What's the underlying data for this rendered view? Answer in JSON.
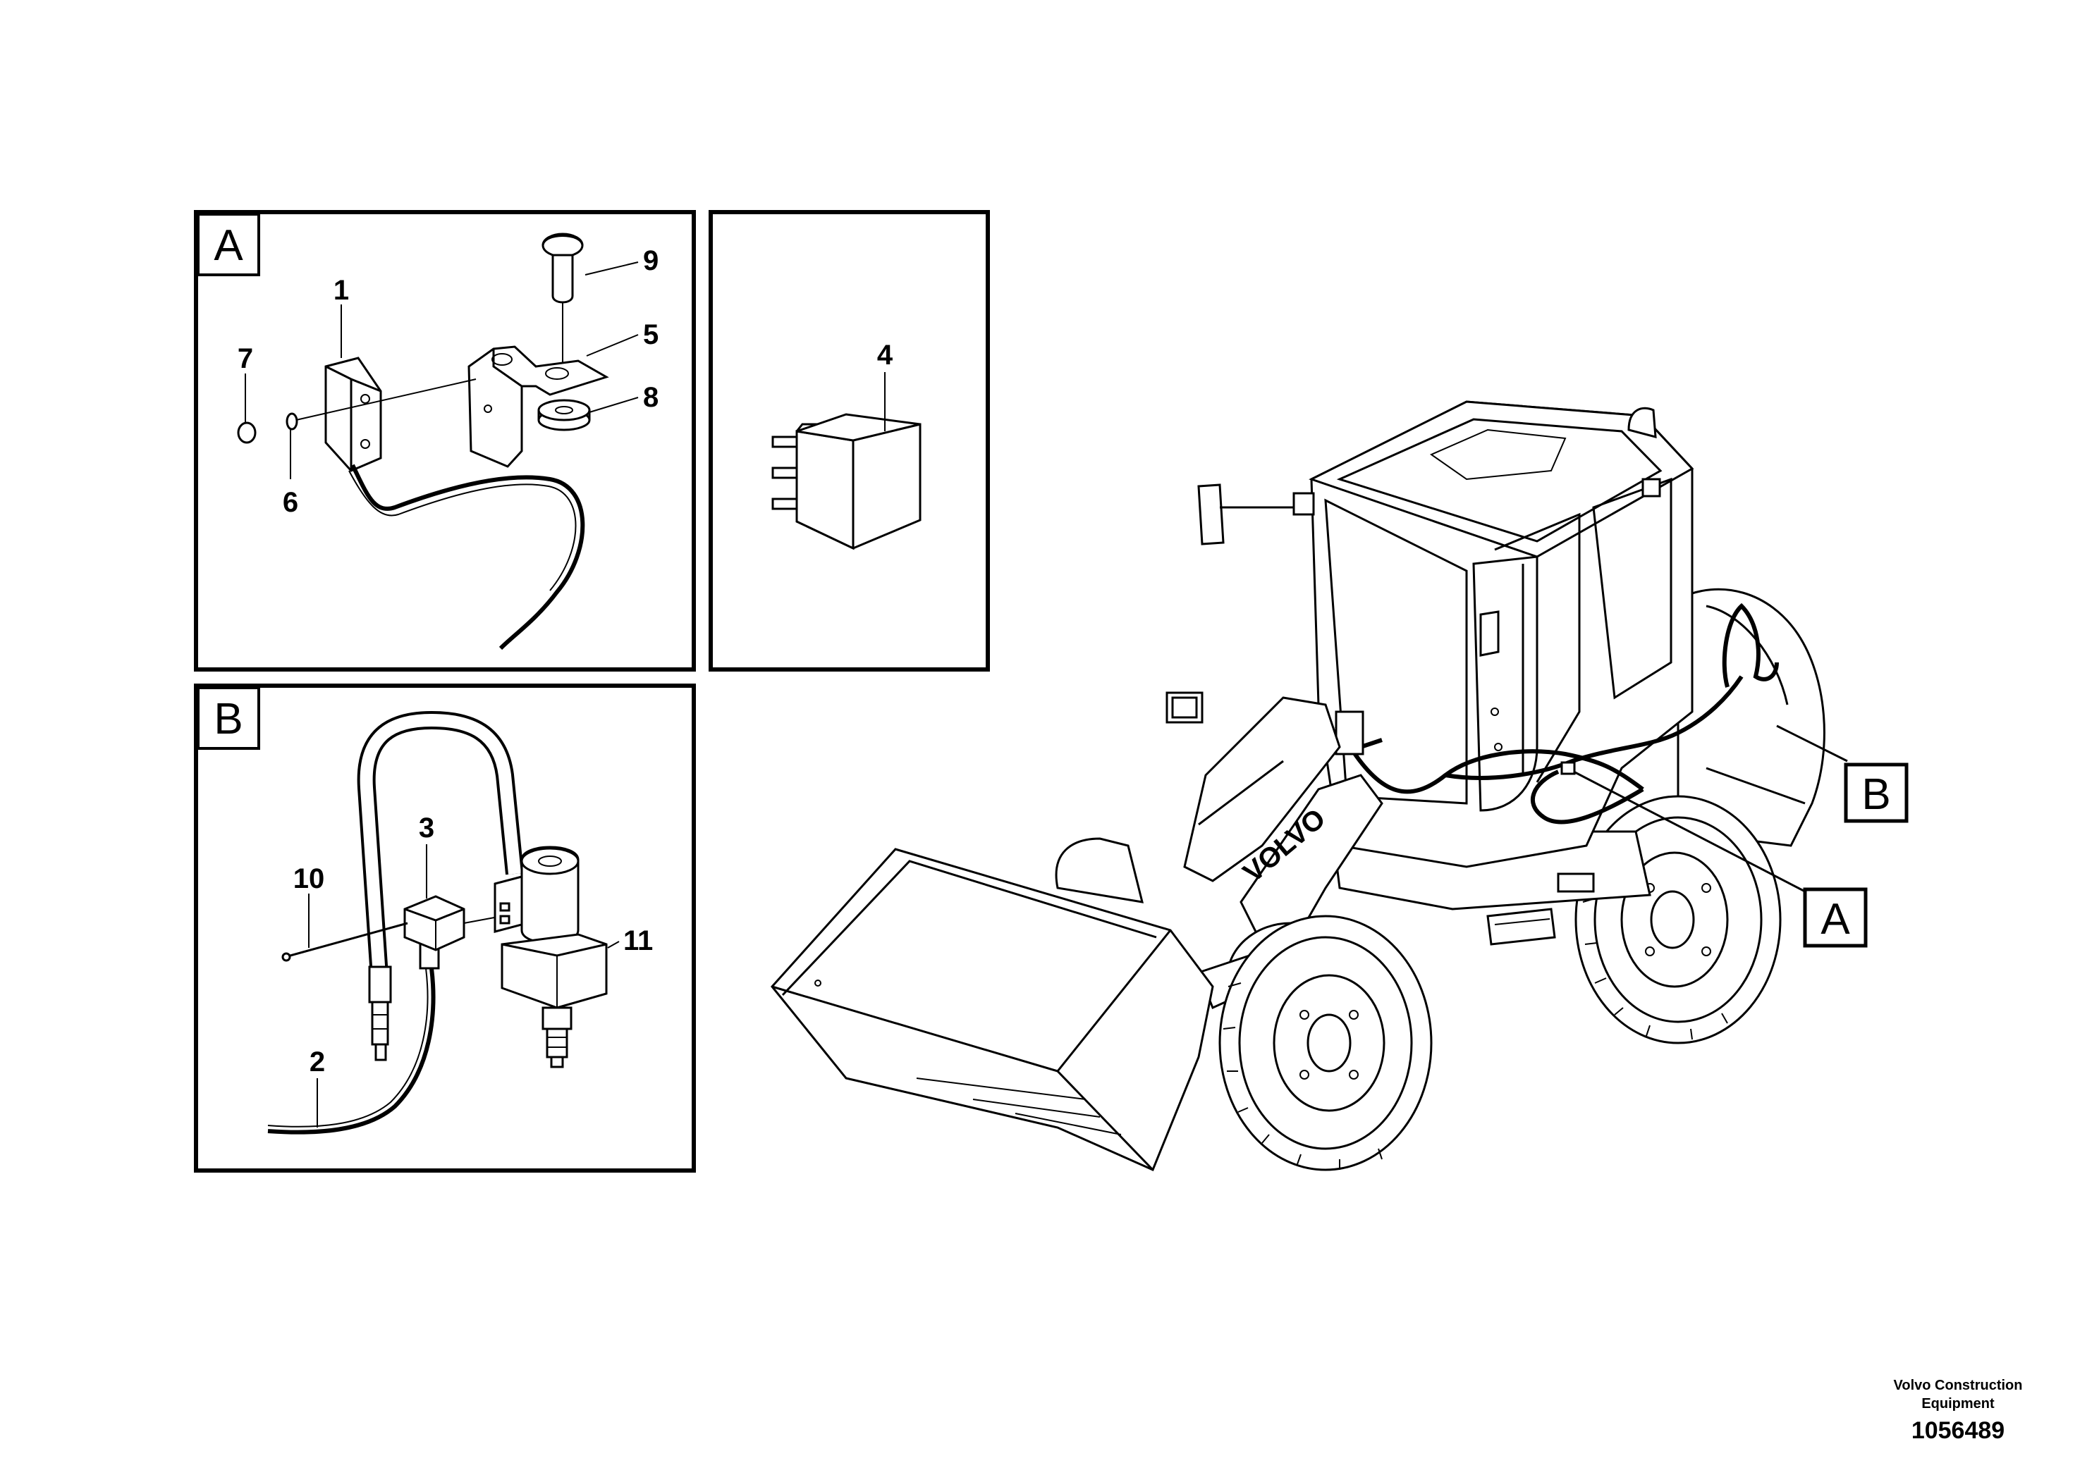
{
  "panels": {
    "a": {
      "label": "A"
    },
    "b": {
      "label": "B"
    }
  },
  "callouts": {
    "p1": "1",
    "p2": "2",
    "p3": "3",
    "p4": "4",
    "p5": "5",
    "p6": "6",
    "p7": "7",
    "p8": "8",
    "p9": "9",
    "p10": "10",
    "p11": "11"
  },
  "markers": {
    "a": "A",
    "b": "B"
  },
  "machine": {
    "brand_decal": "VOLVO"
  },
  "footer": {
    "brand_line1": "Volvo Construction",
    "brand_line2": "Equipment",
    "drawing_number": "1056489"
  }
}
